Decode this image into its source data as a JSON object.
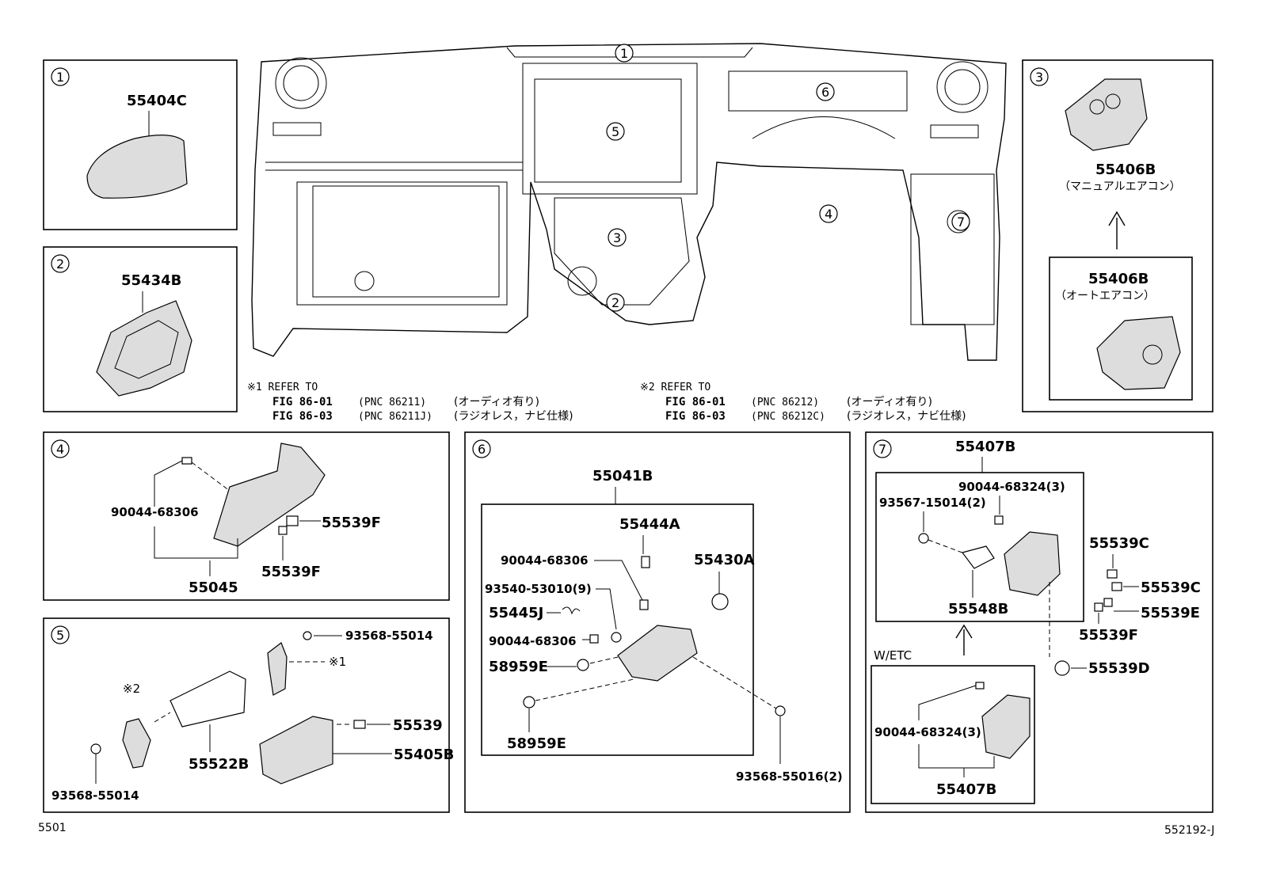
{
  "callouts": {
    "c1": "1",
    "c2": "2",
    "c3": "3",
    "c4": "4",
    "c5": "5",
    "c6": "6",
    "c7": "7"
  },
  "panel1": {
    "index": "1",
    "part": "55404C"
  },
  "panel2": {
    "index": "2",
    "part": "55434B"
  },
  "panel3": {
    "index": "3",
    "part_a": "55406B",
    "label_a": "（マニュアルエアコン）",
    "part_b": "55406B",
    "label_b": "（オートエアコン）"
  },
  "panel4": {
    "index": "4",
    "bolt": "90044-68306",
    "clip_a": "55539F",
    "clip_b": "55539F",
    "box": "55045"
  },
  "panel5": {
    "index": "5",
    "screw_top": "93568-55014",
    "ref1": "※1",
    "ref2": "※2",
    "lid": "55522B",
    "bezel": "55405B",
    "clip": "55539",
    "screw_bottom": "93568-55014"
  },
  "panel6": {
    "index": "6",
    "assembly": "55041B",
    "part_a": "55444A",
    "bolt_a": "90044-68306",
    "stop": "55430A",
    "spring_pin": "93540-53010(9)",
    "spring": "55445J",
    "bolt_b": "90044-68306",
    "damper_a": "58959E",
    "damper_b": "58959E",
    "screw": "93568-55016(2)"
  },
  "panel7": {
    "index": "7",
    "switch_top": "55407B",
    "bolt_top": "90044-68324(3)",
    "screw": "93567-15014(2)",
    "bracket": "55548B",
    "clip_c1": "55539C",
    "clip_c2": "55539C",
    "clip_e": "55539E",
    "clip_f": "55539F",
    "cap": "55539D",
    "variant": "W/ETC",
    "bolt_bottom": "90044-68324(3)",
    "switch_bottom": "55407B"
  },
  "notes": {
    "n1_head": "※1 REFER TO",
    "n1_l1a": "FIG 86-01",
    "n1_l1b": "(PNC 86211)",
    "n1_l1c": "(オーディオ有り)",
    "n1_l2a": "FIG 86-03",
    "n1_l2b": "(PNC 86211J)",
    "n1_l2c": "(ラジオレス，ナビ仕様)",
    "n2_head": "※2 REFER TO",
    "n2_l1a": "FIG 86-01",
    "n2_l1b": "(PNC 86212)",
    "n2_l1c": "(オーディオ有り)",
    "n2_l2a": "FIG 86-03",
    "n2_l2b": "(PNC 86212C)",
    "n2_l2c": "(ラジオレス，ナビ仕様)"
  },
  "footer": {
    "left": "5501",
    "right": "552192-J"
  }
}
